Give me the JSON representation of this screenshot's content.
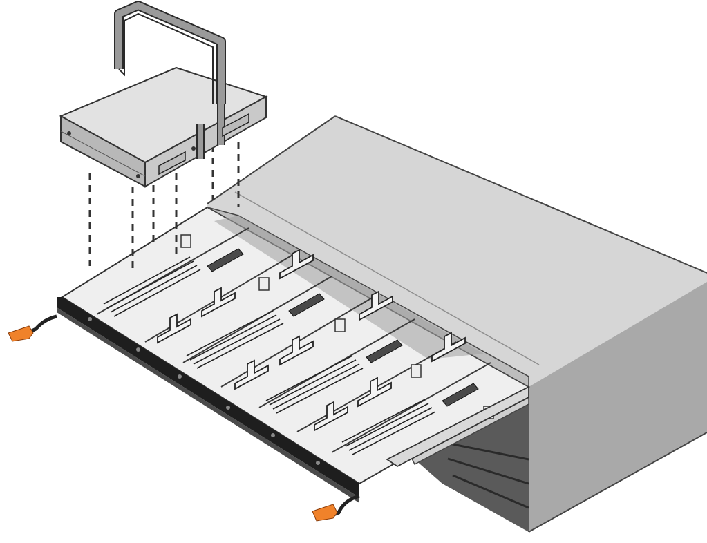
{
  "illustration": {
    "subject": "drive-installation",
    "parts": [
      "drive-carrier",
      "drive-drawer",
      "enclosure",
      "drawer-latch-left",
      "drawer-latch-right",
      "alignment-guides"
    ]
  },
  "colors": {
    "enclosure_top": "#d6d6d6",
    "enclosure_side": "#a9a9a9",
    "enclosure_front_dark": "#5a5a5a",
    "drawer_floor": "#efefef",
    "drawer_edge": "#1e1e1e",
    "drive_top": "#e2e2e2",
    "drive_side": "#b8b8b8",
    "handle": "#9a9a9a",
    "latch_accent": "#f0822a",
    "guide_line": "#333333"
  }
}
